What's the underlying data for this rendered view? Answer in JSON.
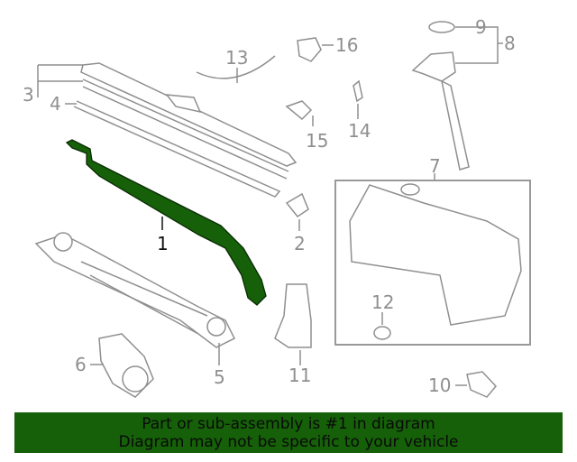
{
  "diagram": {
    "highlight_color": "#156008",
    "callouts": [
      {
        "id": "1",
        "label": "1"
      },
      {
        "id": "2",
        "label": "2"
      },
      {
        "id": "3",
        "label": "3"
      },
      {
        "id": "4",
        "label": "4"
      },
      {
        "id": "5",
        "label": "5"
      },
      {
        "id": "6",
        "label": "6"
      },
      {
        "id": "7",
        "label": "7"
      },
      {
        "id": "8",
        "label": "8"
      },
      {
        "id": "9",
        "label": "9"
      },
      {
        "id": "10",
        "label": "10"
      },
      {
        "id": "11",
        "label": "11"
      },
      {
        "id": "12",
        "label": "12"
      },
      {
        "id": "13",
        "label": "13"
      },
      {
        "id": "14",
        "label": "14"
      },
      {
        "id": "15",
        "label": "15"
      },
      {
        "id": "16",
        "label": "16"
      }
    ]
  },
  "banner": {
    "line1": "Part or sub-assembly is #1 in diagram",
    "line2": "Diagram may not be specific to your vehicle"
  }
}
